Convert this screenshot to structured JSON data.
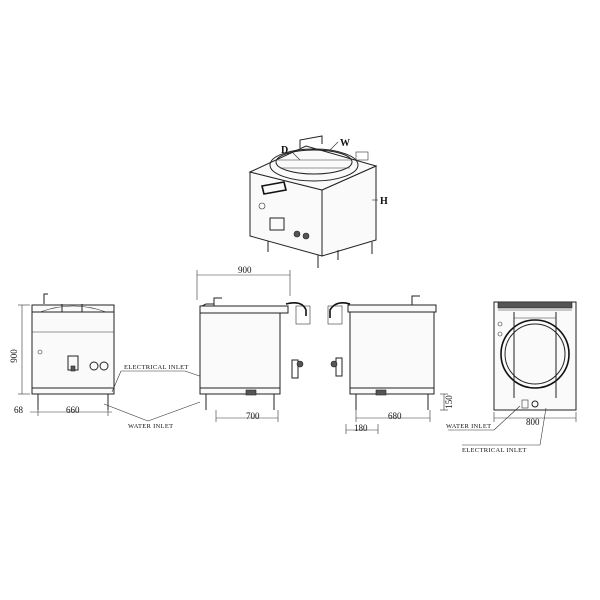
{
  "isometric_labels": {
    "depth": "D",
    "width": "W",
    "height": "H"
  },
  "front_view": {
    "height_dim": "900",
    "foot_dim": "68",
    "depth_dim": "660"
  },
  "side_view_left": {
    "top_dim": "900",
    "bottom_dim": "700"
  },
  "side_view_right": {
    "bottom_dim": "680",
    "offset_dim": "180",
    "foot_dim": "150"
  },
  "top_view": {
    "width_dim": "800"
  },
  "callouts": {
    "electrical_inlet": "ELECTRICAL INLET",
    "water_inlet": "WATER INLET",
    "water_inlet_right": "WATER INLET",
    "electrical_inlet_right": "ELECTRICAL INLET"
  }
}
